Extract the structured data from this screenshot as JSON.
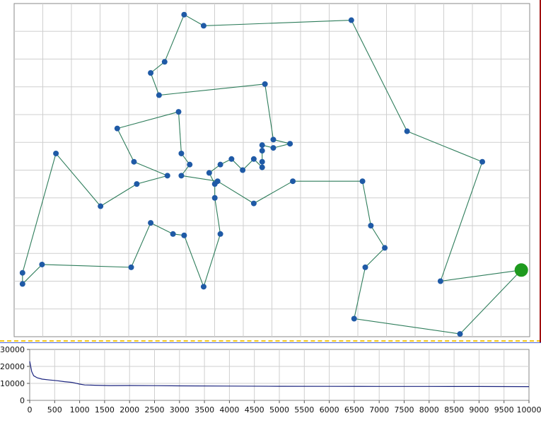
{
  "chart_data": [
    {
      "type": "scatter",
      "title": "",
      "xlabel": "",
      "ylabel": "",
      "xlim": [
        0,
        18.5
      ],
      "ylim": [
        0,
        12
      ],
      "grid": true,
      "colors": {
        "edge": "#2e7d5b",
        "city": "#1f5aa6",
        "current": "#1e9a1e"
      },
      "tour": [
        [
          0.3,
          2.3
        ],
        [
          0.3,
          1.9
        ],
        [
          1.0,
          2.6
        ],
        [
          4.2,
          2.5
        ],
        [
          4.9,
          4.1
        ],
        [
          5.7,
          3.7
        ],
        [
          6.1,
          3.65
        ],
        [
          6.8,
          1.8
        ],
        [
          7.4,
          3.7
        ],
        [
          7.2,
          5.0
        ],
        [
          7.2,
          5.5
        ],
        [
          7.0,
          5.9
        ],
        [
          7.4,
          6.2
        ],
        [
          7.8,
          6.4
        ],
        [
          8.2,
          6.0
        ],
        [
          8.6,
          6.4
        ],
        [
          8.9,
          6.1
        ],
        [
          8.9,
          6.3
        ],
        [
          8.9,
          6.7
        ],
        [
          8.9,
          6.9
        ],
        [
          9.3,
          6.8
        ],
        [
          9.9,
          6.95
        ],
        [
          9.3,
          7.1
        ],
        [
          9.0,
          9.1
        ],
        [
          5.2,
          8.7
        ],
        [
          4.9,
          9.5
        ],
        [
          5.4,
          9.9
        ],
        [
          6.1,
          11.6
        ],
        [
          6.8,
          11.2
        ],
        [
          12.1,
          11.4
        ],
        [
          14.1,
          7.4
        ],
        [
          16.8,
          6.3
        ],
        [
          15.3,
          2.0
        ],
        [
          18.2,
          2.4
        ],
        [
          16.0,
          0.1
        ],
        [
          12.2,
          0.65
        ],
        [
          12.6,
          2.5
        ],
        [
          13.3,
          3.2
        ],
        [
          12.8,
          4.0
        ],
        [
          12.5,
          5.6
        ],
        [
          10.0,
          5.6
        ],
        [
          8.6,
          4.8
        ],
        [
          7.3,
          5.6
        ],
        [
          6.0,
          5.8
        ],
        [
          6.3,
          6.2
        ],
        [
          6.0,
          6.6
        ],
        [
          5.9,
          8.1
        ],
        [
          3.7,
          7.5
        ],
        [
          4.3,
          6.3
        ],
        [
          5.5,
          5.8
        ],
        [
          4.4,
          5.5
        ],
        [
          3.1,
          4.7
        ],
        [
          1.5,
          6.6
        ]
      ],
      "current_city": [
        18.2,
        2.4
      ]
    },
    {
      "type": "line",
      "title": "",
      "xlabel": "",
      "ylabel": "",
      "xlim": [
        0,
        10000
      ],
      "ylim": [
        0,
        30000
      ],
      "grid": true,
      "x_ticks": [
        "0",
        "500",
        "1000",
        "1500",
        "2000",
        "2500",
        "3000",
        "3500",
        "4000",
        "4500",
        "5000",
        "5500",
        "6000",
        "6500",
        "7000",
        "7500",
        "8000",
        "8500",
        "9000",
        "9500",
        "10000"
      ],
      "y_ticks": [
        "0",
        "10000",
        "20000",
        "30000"
      ],
      "colors": {
        "line": "#1a237e"
      },
      "x": [
        0,
        40,
        80,
        150,
        250,
        400,
        550,
        700,
        850,
        1000,
        1100,
        1300,
        1600,
        2000,
        2500,
        3000,
        4000,
        5000,
        6000,
        7000,
        8000,
        9000,
        10000
      ],
      "y": [
        23000,
        17000,
        14500,
        13300,
        12500,
        12000,
        11600,
        11000,
        10600,
        9600,
        9100,
        8900,
        8700,
        8750,
        8650,
        8550,
        8400,
        8300,
        8250,
        8200,
        8200,
        8150,
        8100
      ]
    }
  ]
}
